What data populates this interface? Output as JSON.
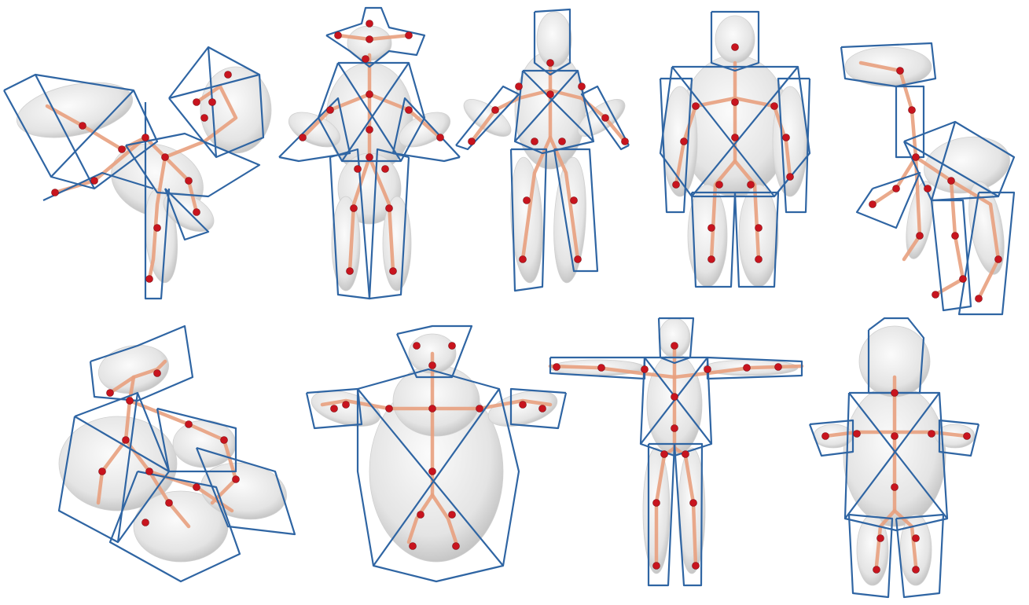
{
  "colors": {
    "background": "#ffffff",
    "cage": "#2f65a3",
    "bone": "#e8a07e",
    "joint": "#c8141e",
    "mesh_light": "#fbfbfb",
    "mesh_dark": "#bcbcbc"
  },
  "figures": [
    {
      "id": "dragon",
      "row": 1
    },
    {
      "id": "armored-humanoid",
      "row": 1
    },
    {
      "id": "humanoid-walking",
      "row": 1
    },
    {
      "id": "bulky-humanoid",
      "row": 1
    },
    {
      "id": "dinosaur",
      "row": 1
    },
    {
      "id": "curled-creature",
      "row": 2
    },
    {
      "id": "round-creature",
      "row": 2
    },
    {
      "id": "t-pose-humanoid",
      "row": 2
    },
    {
      "id": "chubby-character",
      "row": 2
    }
  ]
}
